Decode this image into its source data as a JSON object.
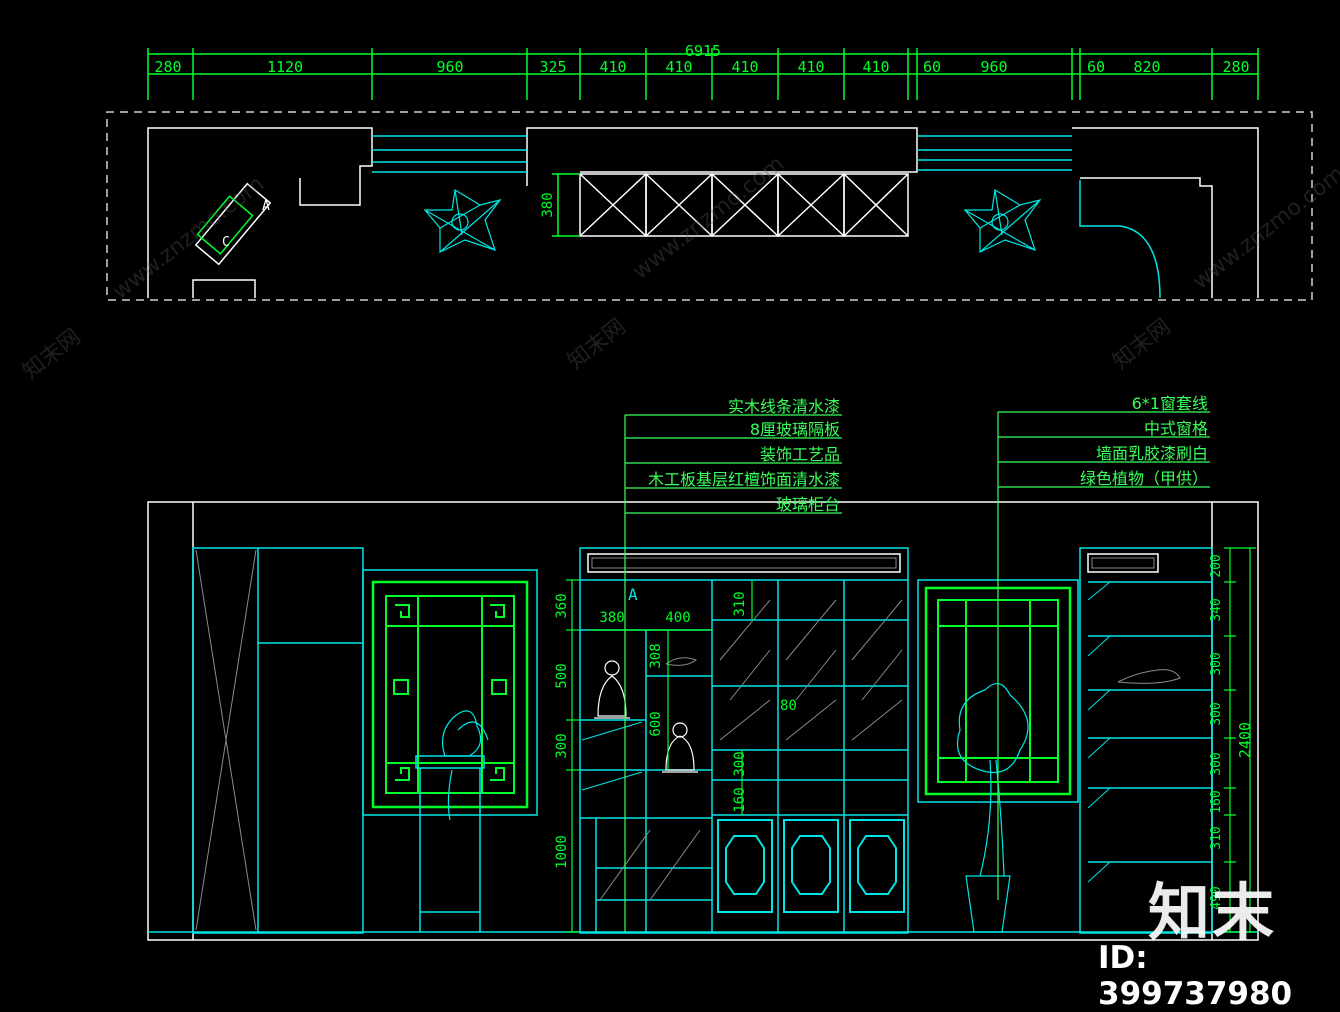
{
  "colors": {
    "background": "#000000",
    "dim": "#00ff2a",
    "cyan": "#00e5e5",
    "white": "#ffffff",
    "gray": "#8a8a8a",
    "callout": "#39ff5a"
  },
  "plan": {
    "total_dim": "6915",
    "segment_dims": [
      "280",
      "1120",
      "960",
      "325",
      "410",
      "410",
      "410",
      "410",
      "410",
      "60",
      "960",
      "60",
      "820",
      "280"
    ],
    "side_dim": "380",
    "tag_a": "A",
    "tag_c": "C"
  },
  "elevation": {
    "callouts_left": [
      "实木线条清水漆",
      "8厘玻璃隔板",
      "装饰工艺品",
      "木工板基层红檀饰面清水漆",
      "玻璃柜台"
    ],
    "callouts_right": [
      "6*1窗套线",
      "中式窗格",
      "墙面乳胶漆刷白",
      "绿色植物（甲供）"
    ],
    "dims_left_column": [
      "360",
      "500",
      "300",
      "1000"
    ],
    "dims_top_shelf": [
      "380",
      "400"
    ],
    "dims_mid": [
      "308",
      "600"
    ],
    "dims_glass_cabinet": [
      "310",
      "300",
      "160"
    ],
    "dim_center": "80",
    "dims_right_column": [
      "200",
      "340",
      "300",
      "300",
      "300",
      "160",
      "310",
      "490"
    ],
    "dim_overall_height": "2400",
    "tag_a": "A"
  },
  "watermark": {
    "logo": "知末",
    "id": "ID: 399737980",
    "site": "www.znzmo.com",
    "brand": "知末网"
  }
}
